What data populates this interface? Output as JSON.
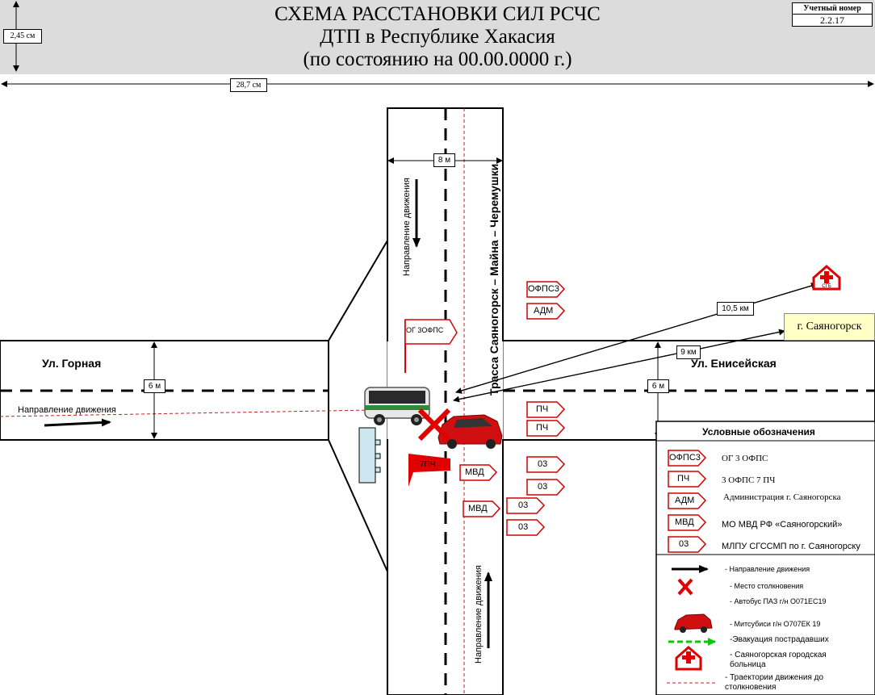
{
  "header": {
    "title_line1": "СХЕМА РАССТАНОВКИ СИЛ РСЧС",
    "title_line2": "ДТП в Республике Хакасия",
    "title_line3": "(по состоянию на 00.00.0000 г.)",
    "account_label": "Учетный номер",
    "account_number": "2.2.17",
    "height_dim": "2,45 см",
    "width_dim": "28,7 см"
  },
  "map": {
    "street_left": "Ул. Горная",
    "street_right": "Ул. Енисейская",
    "highway": "Трасса Саяногорск – Майна – Черемушки",
    "direction_text": "Направление движения",
    "width_vertical": "8 м",
    "width_left": "6 м",
    "width_right": "6 м",
    "dist_hospital": "10,5 км",
    "dist_city": "9 км",
    "city": "г. Саяногорск",
    "hospital_label": "СГБ",
    "flag_ogzofps": "ОГ 3ОФПС",
    "flag_7pch": "7ПЧ"
  },
  "markers": {
    "ofps3": "ОФПС3",
    "adm": "АДМ",
    "pch": "ПЧ",
    "mvd": "МВД",
    "emergency": "03"
  },
  "legend": {
    "title": "Условные обозначения",
    "items": [
      {
        "code": "ОФПС3",
        "text": "ОГ 3 ОФПС"
      },
      {
        "code": "ПЧ",
        "text": "3 ОФПС 7 ПЧ"
      },
      {
        "code": "АДМ",
        "text": "Администрация г. Саяногорска"
      },
      {
        "code": "МВД",
        "text": "МО МВД РФ «Саяногорский»"
      },
      {
        "code": "03",
        "text": "МЛПУ СГССМП по г. Саяногорску"
      }
    ],
    "symbols": {
      "direction": "- Направление движения",
      "collision": "- Место столкновения",
      "bus": "- Автобус ПАЗ г/н О071ЕС19",
      "car": "- Митсубиси г/н О707ЕК 19",
      "evacuation": "-Эвакуация пострадавших",
      "hospital": "- Саяногорская городская больница",
      "trajectory": "- Траектории движения до столкновения"
    }
  },
  "colors": {
    "header_bg": "#dcdcdc",
    "marker_red": "#d00000",
    "flag_red": "#e00000",
    "evacuation_green": "#00cc00",
    "trajectory_red": "#c02020",
    "city_bg": "#ffffc8"
  }
}
